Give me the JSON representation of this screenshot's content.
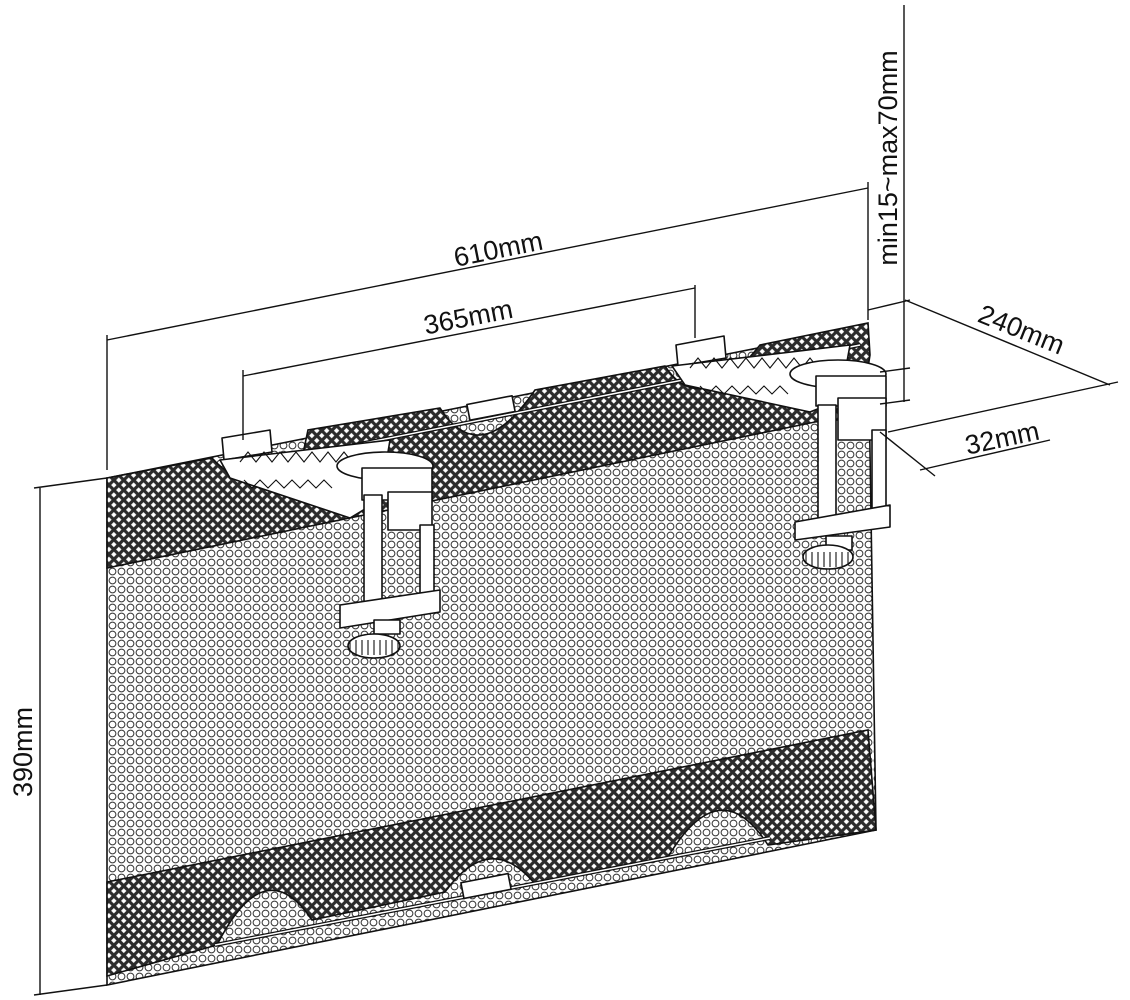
{
  "dimensions": {
    "width_overall": "610mm",
    "clamp_spacing": "365mm",
    "clamp_range": "min15~max70mm",
    "depth": "240mm",
    "clamp_jaw": "32mm",
    "height": "390mm"
  },
  "colors": {
    "line": "#111111",
    "mesh_fill": "#2b2b2b",
    "background": "#ffffff"
  }
}
